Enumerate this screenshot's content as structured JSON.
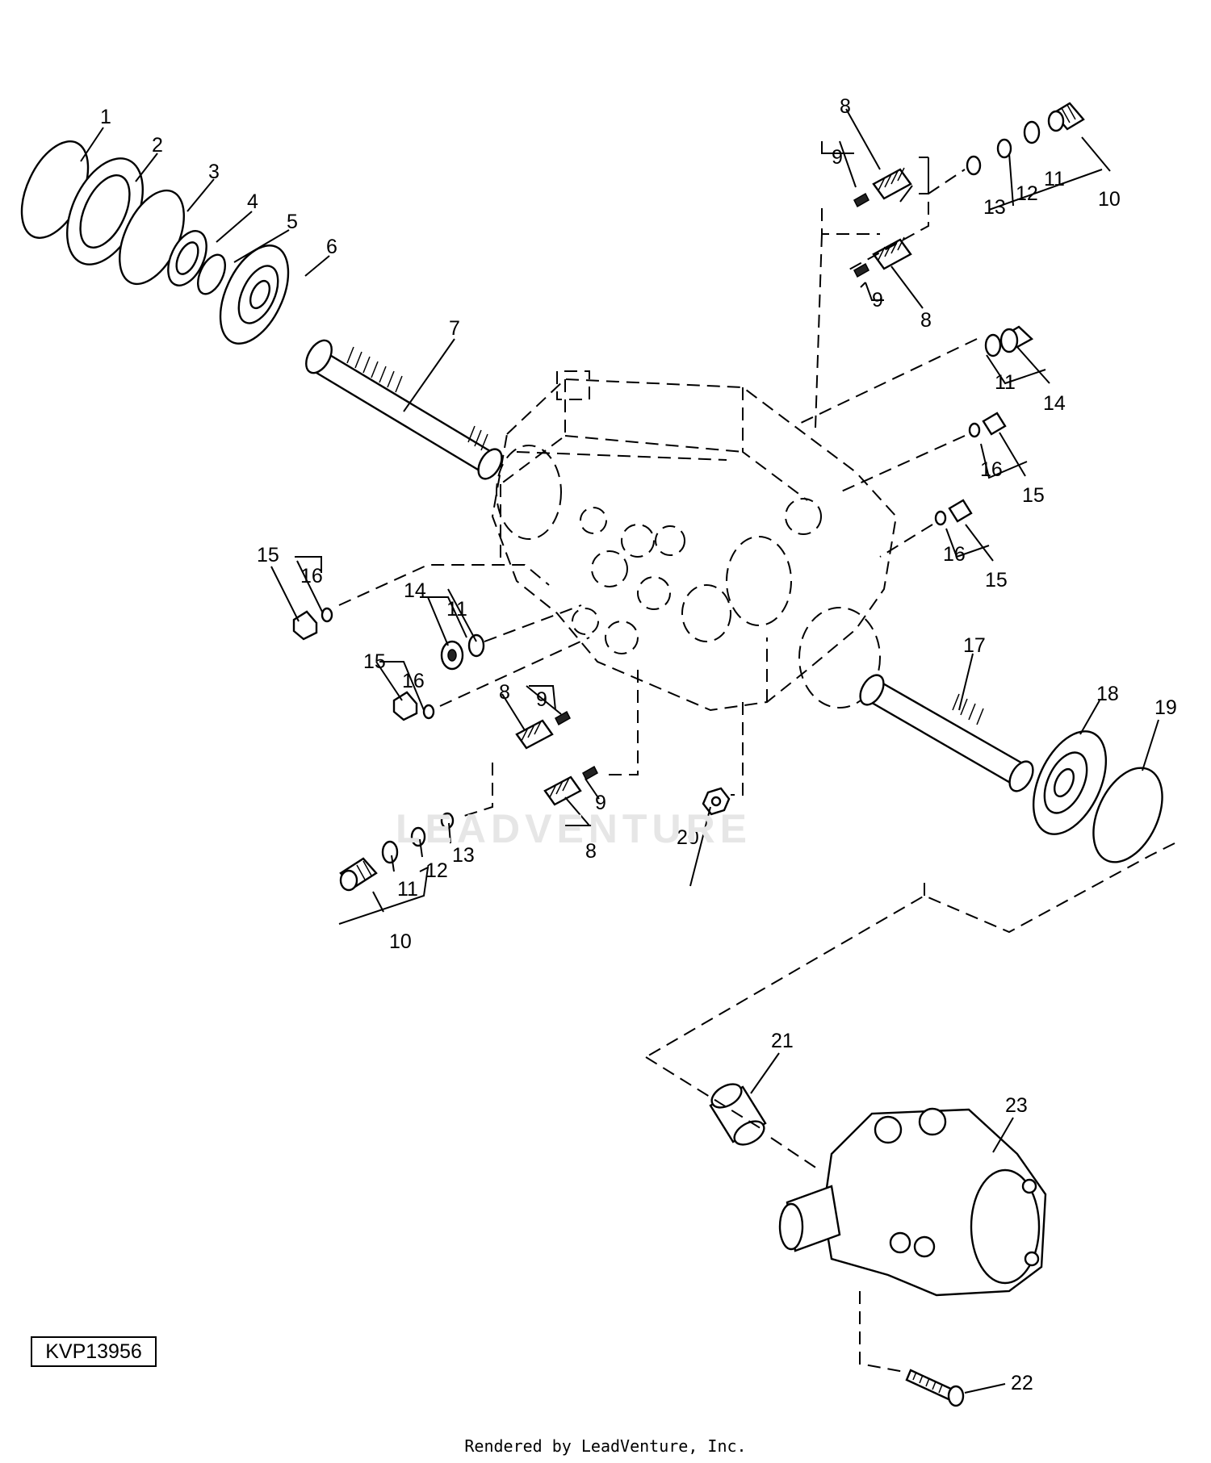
{
  "diagram": {
    "reference_code": "KVP13956",
    "footer_text": "Rendered by LeadVenture, Inc.",
    "watermark_text": "LEADVENTURE",
    "callouts": [
      {
        "id": "c1",
        "label": "1"
      },
      {
        "id": "c2",
        "label": "2"
      },
      {
        "id": "c3",
        "label": "3"
      },
      {
        "id": "c4",
        "label": "4"
      },
      {
        "id": "c5",
        "label": "5"
      },
      {
        "id": "c6",
        "label": "6"
      },
      {
        "id": "c7",
        "label": "7"
      },
      {
        "id": "c8a",
        "label": "8"
      },
      {
        "id": "c9a",
        "label": "9"
      },
      {
        "id": "c9b",
        "label": "9"
      },
      {
        "id": "c8b",
        "label": "8"
      },
      {
        "id": "c13a",
        "label": "13"
      },
      {
        "id": "c12a",
        "label": "12"
      },
      {
        "id": "c11a",
        "label": "11"
      },
      {
        "id": "c10a",
        "label": "10"
      },
      {
        "id": "c11b",
        "label": "11"
      },
      {
        "id": "c14a",
        "label": "14"
      },
      {
        "id": "c16a",
        "label": "16"
      },
      {
        "id": "c15a",
        "label": "15"
      },
      {
        "id": "c16b",
        "label": "16"
      },
      {
        "id": "c15b",
        "label": "15"
      },
      {
        "id": "c15c",
        "label": "15"
      },
      {
        "id": "c16c",
        "label": "16"
      },
      {
        "id": "c14b",
        "label": "14"
      },
      {
        "id": "c11c",
        "label": "11"
      },
      {
        "id": "c15d",
        "label": "15"
      },
      {
        "id": "c16d",
        "label": "16"
      },
      {
        "id": "c8c",
        "label": "8"
      },
      {
        "id": "c9c",
        "label": "9"
      },
      {
        "id": "c9d",
        "label": "9"
      },
      {
        "id": "c8d",
        "label": "8"
      },
      {
        "id": "c13b",
        "label": "13"
      },
      {
        "id": "c12b",
        "label": "12"
      },
      {
        "id": "c11d",
        "label": "11"
      },
      {
        "id": "c10b",
        "label": "10"
      },
      {
        "id": "c17",
        "label": "17"
      },
      {
        "id": "c18",
        "label": "18"
      },
      {
        "id": "c19",
        "label": "19"
      },
      {
        "id": "c20",
        "label": "20"
      },
      {
        "id": "c21",
        "label": "21"
      },
      {
        "id": "c22",
        "label": "22"
      },
      {
        "id": "c23",
        "label": "23"
      }
    ]
  }
}
